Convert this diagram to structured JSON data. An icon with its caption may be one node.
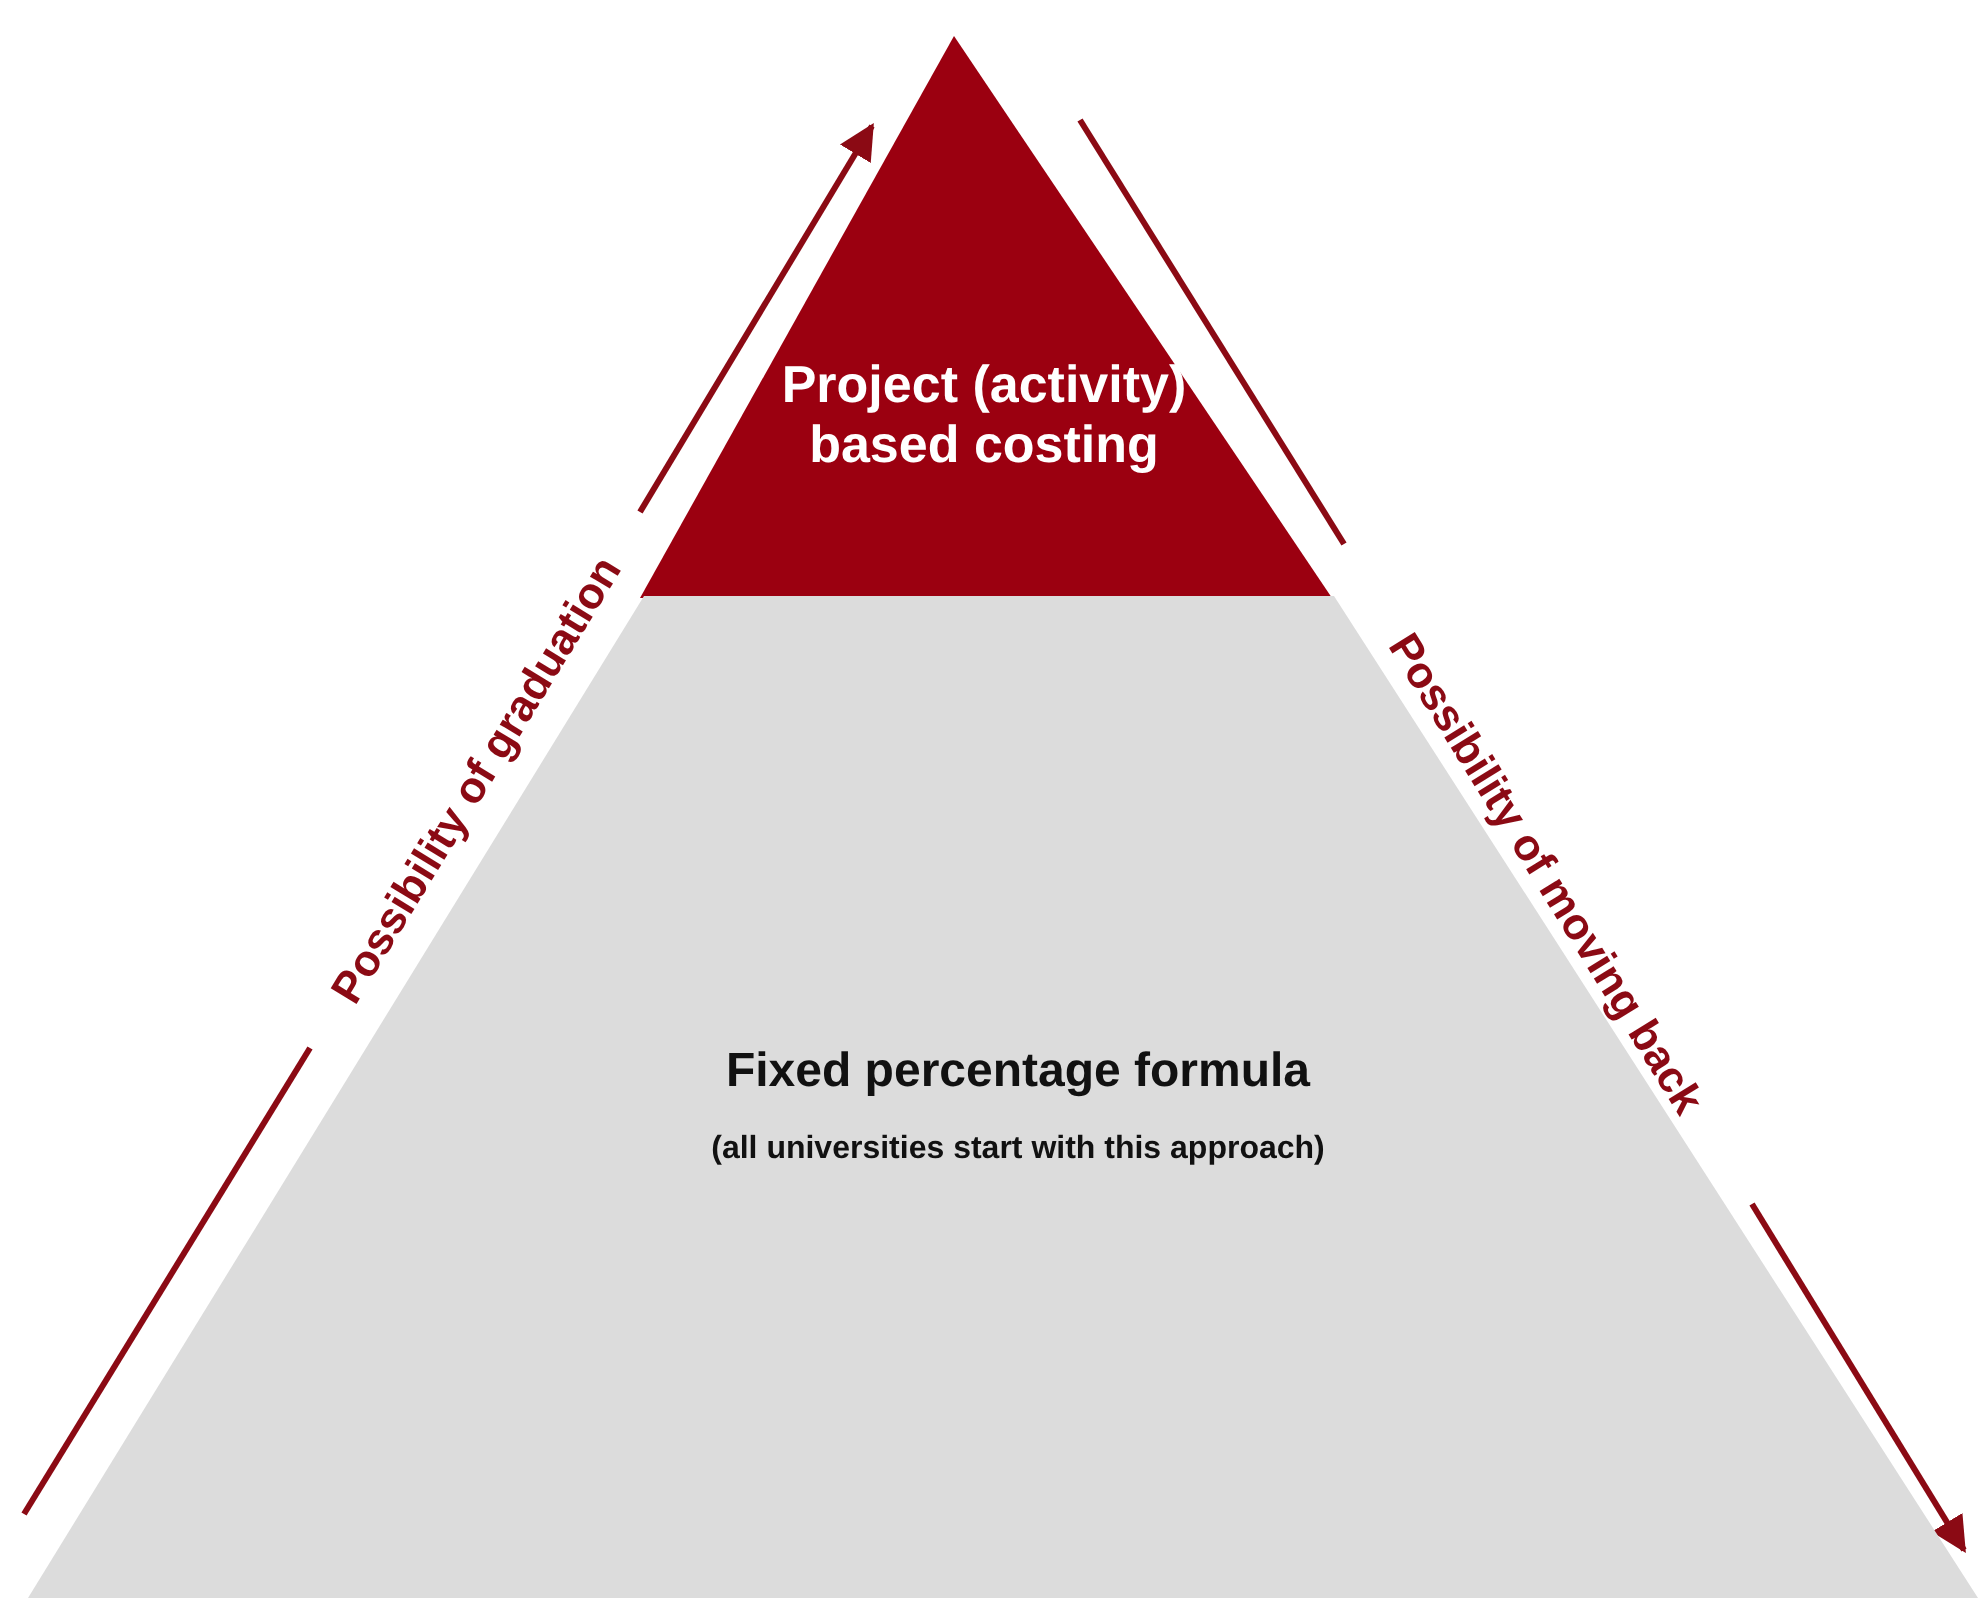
{
  "diagram": {
    "nodes": [
      {
        "text": [
          "Project (activity) based costing"
        ]
      },
      {
        "text": [
          "Fixed percentage formula",
          "(all universities start with this approach)"
        ]
      }
    ],
    "labels": [
      "Possibility of graduation",
      "Possibility of moving back"
    ]
  }
}
